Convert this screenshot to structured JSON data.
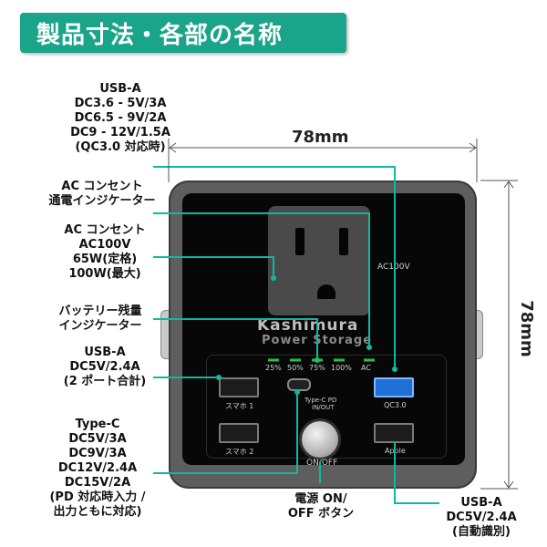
{
  "title": "製品寸法・各部の名称",
  "dimensions": {
    "width": "78mm",
    "height": "78mm"
  },
  "labels": {
    "usb_a_qc": [
      "USB-A",
      "DC3.6 - 5V/3A",
      "DC6.5 - 9V/2A",
      "DC9 - 12V/1.5A",
      "(QC3.0 対応時)"
    ],
    "ac_indicator": [
      "AC コンセント",
      "通電インジケーター"
    ],
    "ac_outlet": [
      "AC コンセント",
      "AC100V",
      "65W(定格)",
      "100W(最大)"
    ],
    "battery_indicator": [
      "バッテリー残量",
      "インジケーター"
    ],
    "usb_a_smartphone": [
      "USB-A",
      "DC5V/2.4A",
      "(2 ポート合計)"
    ],
    "type_c": [
      "Type-C",
      "DC5V/3A",
      "DC9V/3A",
      "DC12V/2.4A",
      "DC15V/2A",
      "(PD 対応時入力 /",
      "出力ともに対応)"
    ],
    "power_button": [
      "電源 ON/",
      "OFF ボタン"
    ],
    "usb_a_apple": [
      "USB-A",
      "DC5V/2.4A",
      "(自動識別)"
    ]
  },
  "device": {
    "ac_label": "AC100V",
    "brand": "Kashimura",
    "brand_sub": "Power Storage",
    "indicator_levels": [
      "25%",
      "50%",
      "75%",
      "100%",
      "AC"
    ],
    "port_sumaho1": "スマホ 1",
    "port_sumaho2": "スマホ 2",
    "port_typec": "Type-C PD",
    "port_typec_sub": "IN/OUT",
    "port_qc": "QC3.0",
    "port_apple": "Apple",
    "on_off": "ON/OFF"
  },
  "colors": {
    "header": "#1aa58a",
    "leader": "#0fb89f",
    "usb_blue": "#1f6fd6",
    "indicator_green": "#27c24a"
  }
}
